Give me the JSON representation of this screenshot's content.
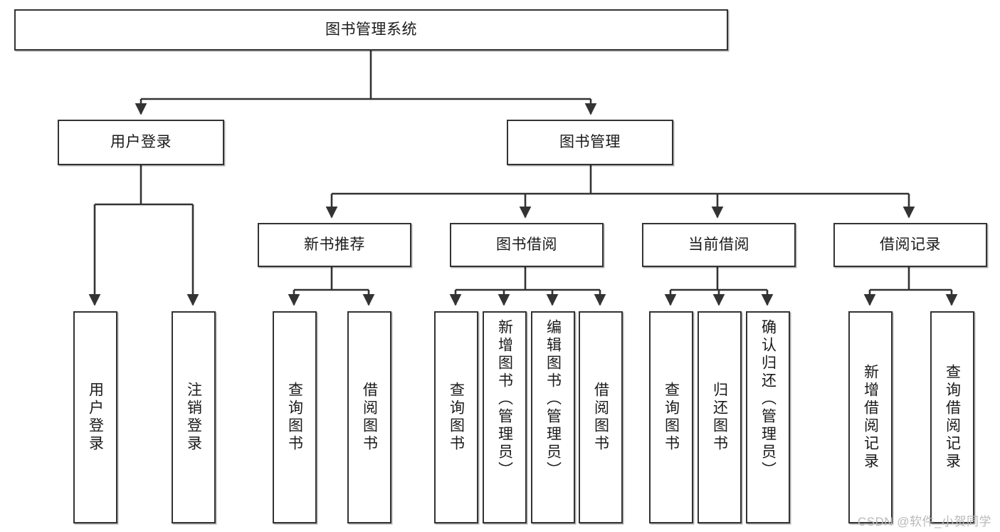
{
  "diagram": {
    "title": "图书管理系统",
    "type": "hierarchy-tree",
    "watermark": "CSDN @软件_小贺同学",
    "root": {
      "id": "root",
      "label": "图书管理系统",
      "orientation": "horizontal"
    },
    "level2": [
      {
        "id": "user-login",
        "label": "用户登录",
        "orientation": "horizontal"
      },
      {
        "id": "book-manage",
        "label": "图书管理",
        "orientation": "horizontal"
      }
    ],
    "level3": [
      {
        "id": "new-book-recommend",
        "label": "新书推荐",
        "orientation": "horizontal",
        "parent": "book-manage"
      },
      {
        "id": "book-borrow",
        "label": "图书借阅",
        "orientation": "horizontal",
        "parent": "book-manage"
      },
      {
        "id": "current-borrow",
        "label": "当前借阅",
        "orientation": "horizontal",
        "parent": "book-manage"
      },
      {
        "id": "borrow-record",
        "label": "借阅记录",
        "orientation": "horizontal",
        "parent": "book-manage"
      }
    ],
    "leaves": [
      {
        "id": "leaf-user-login",
        "label": "用户登录",
        "parent": "user-login",
        "orientation": "vertical"
      },
      {
        "id": "leaf-user-logout",
        "label": "注销登录",
        "parent": "user-login",
        "orientation": "vertical"
      },
      {
        "id": "leaf-query-book-1",
        "label": "查询图书",
        "parent": "new-book-recommend",
        "orientation": "vertical"
      },
      {
        "id": "leaf-borrow-book-1",
        "label": "借阅图书",
        "parent": "new-book-recommend",
        "orientation": "vertical"
      },
      {
        "id": "leaf-query-book-2",
        "label": "查询图书",
        "parent": "book-borrow",
        "orientation": "vertical"
      },
      {
        "id": "leaf-add-book",
        "label": "新增图书（管理员）",
        "parent": "book-borrow",
        "orientation": "vertical"
      },
      {
        "id": "leaf-edit-book",
        "label": "编辑图书（管理员）",
        "parent": "book-borrow",
        "orientation": "vertical"
      },
      {
        "id": "leaf-borrow-book-2",
        "label": "借阅图书",
        "parent": "book-borrow",
        "orientation": "vertical"
      },
      {
        "id": "leaf-query-book-3",
        "label": "查询图书",
        "parent": "current-borrow",
        "orientation": "vertical"
      },
      {
        "id": "leaf-return-book",
        "label": "归还图书",
        "parent": "current-borrow",
        "orientation": "vertical"
      },
      {
        "id": "leaf-confirm-return",
        "label": "确认归还（管理员）",
        "parent": "current-borrow",
        "orientation": "vertical"
      },
      {
        "id": "leaf-add-record",
        "label": "新增借阅记录",
        "parent": "borrow-record",
        "orientation": "vertical"
      },
      {
        "id": "leaf-query-record",
        "label": "查询借阅记录",
        "parent": "borrow-record",
        "orientation": "vertical"
      }
    ],
    "colors": {
      "box_border": "#333333",
      "box_fill": "#ffffff",
      "connector": "#333333",
      "text": "#1a1a1a",
      "watermark": "#b9b9b9"
    }
  }
}
